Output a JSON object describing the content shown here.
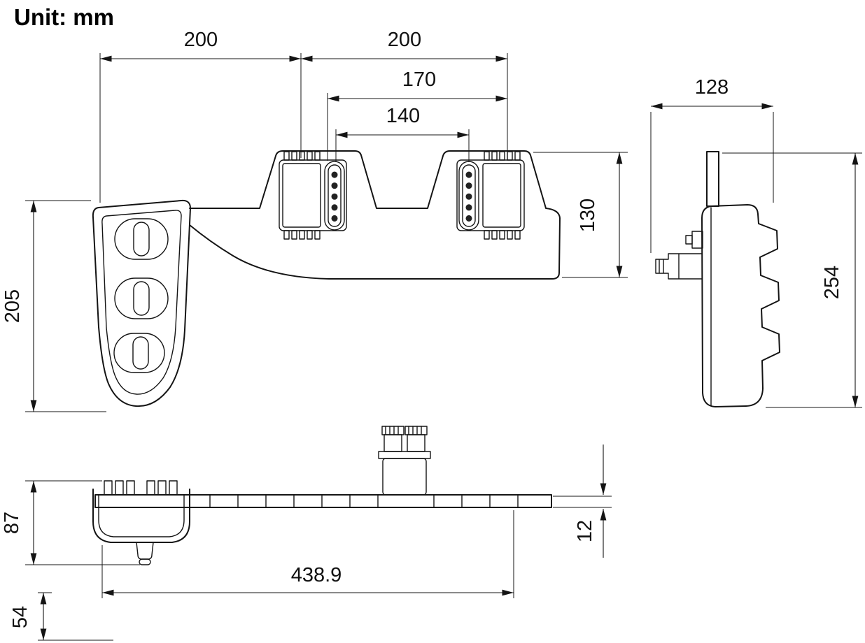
{
  "drawing": {
    "unit_label": "Unit: mm",
    "colors": {
      "line": "#141414",
      "background": "#ffffff"
    },
    "views": {
      "top": {
        "dims": {
          "span_left": "200",
          "span_right": "200",
          "slot_span_outer": "170",
          "slot_span_inner": "140",
          "depth": "130",
          "panel_length": "205"
        }
      },
      "side": {
        "dims": {
          "width": "128",
          "height": "254"
        }
      },
      "front": {
        "dims": {
          "housing_height": "87",
          "base_offset": "54",
          "overall_length": "438.9",
          "plate_thickness": "12"
        }
      }
    }
  }
}
